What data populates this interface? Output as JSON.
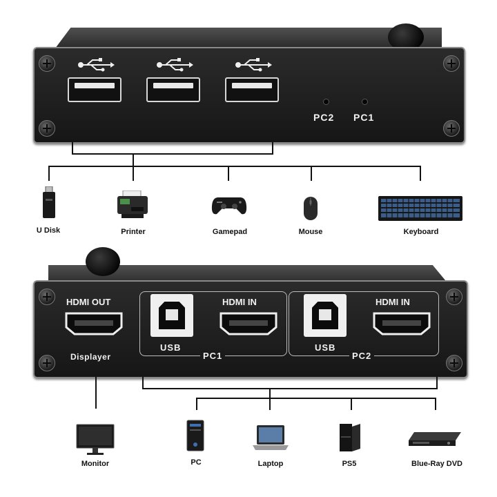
{
  "top_panel": {
    "port_labels": {
      "pc2": "PC2",
      "pc1": "PC1"
    }
  },
  "bottom_panel": {
    "hdmi_out_label": "HDMI OUT",
    "displayer_label": "Displayer",
    "pc1_hdmi_in_label": "HDMI IN",
    "pc1_usb_label": "USB",
    "pc1_group_label": "PC1",
    "pc2_hdmi_in_label": "HDMI IN",
    "pc2_usb_label": "USB",
    "pc2_group_label": "PC2"
  },
  "usb_devices": [
    {
      "label": "U Disk",
      "icon": "usb-flash-drive-icon"
    },
    {
      "label": "Printer",
      "icon": "printer-icon"
    },
    {
      "label": "Gamepad",
      "icon": "gamepad-icon"
    },
    {
      "label": "Mouse",
      "icon": "mouse-icon"
    },
    {
      "label": "Keyboard",
      "icon": "keyboard-icon"
    }
  ],
  "display_devices": [
    {
      "label": "Monitor",
      "icon": "monitor-icon"
    }
  ],
  "source_devices": [
    {
      "label": "PC",
      "icon": "pc-tower-icon"
    },
    {
      "label": "Laptop",
      "icon": "laptop-icon"
    },
    {
      "label": "PS5",
      "icon": "game-console-icon"
    },
    {
      "label": "Blue-Ray DVD",
      "icon": "bluray-player-icon"
    }
  ],
  "colors": {
    "device_body": "#1c1c1c",
    "device_edge": "#8a8a8a",
    "connector_line": "#111111"
  }
}
